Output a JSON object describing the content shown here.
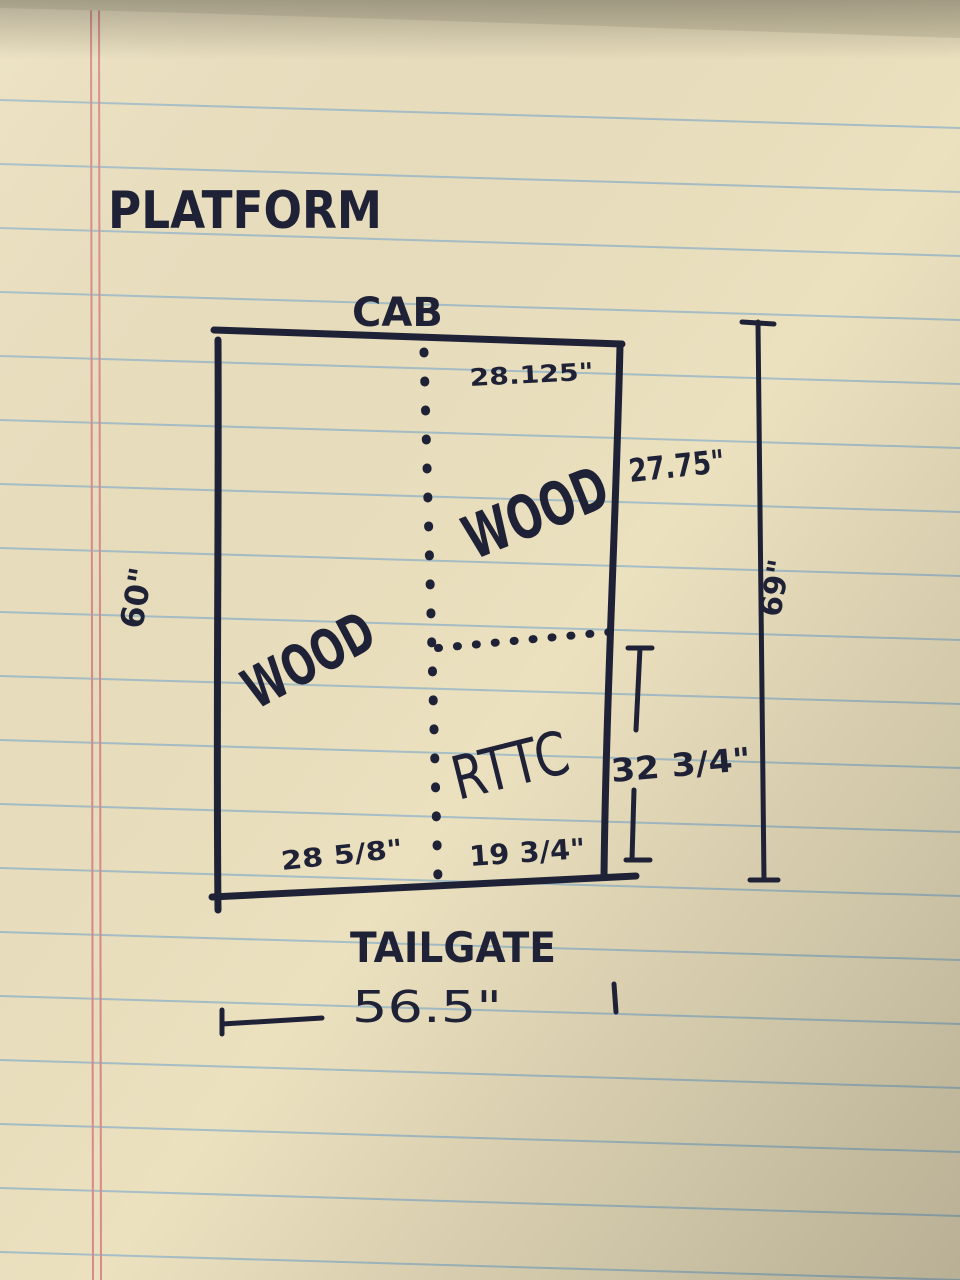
{
  "title": "PLATFORM",
  "top_label": "CAB",
  "bottom_label": "TAILGATE",
  "regions": {
    "left": "WOOD",
    "right_top": "WOOD",
    "right_bottom": "RTTC"
  },
  "dimensions": {
    "left_side": "60\"",
    "total_right": "69\"",
    "right_top": "27.75\"",
    "right_bottom": "32 3/4\"",
    "top_right_width": "28.125\"",
    "bottom_left_width": "28 5/8\"",
    "bottom_right_width": "19 3/4\"",
    "overall_width": "56.5\""
  },
  "colors": {
    "paper": "#ece1bf",
    "rule_line": "#8fb3c9",
    "margin_line": "#d98a8a",
    "ink": "#1f2236"
  }
}
